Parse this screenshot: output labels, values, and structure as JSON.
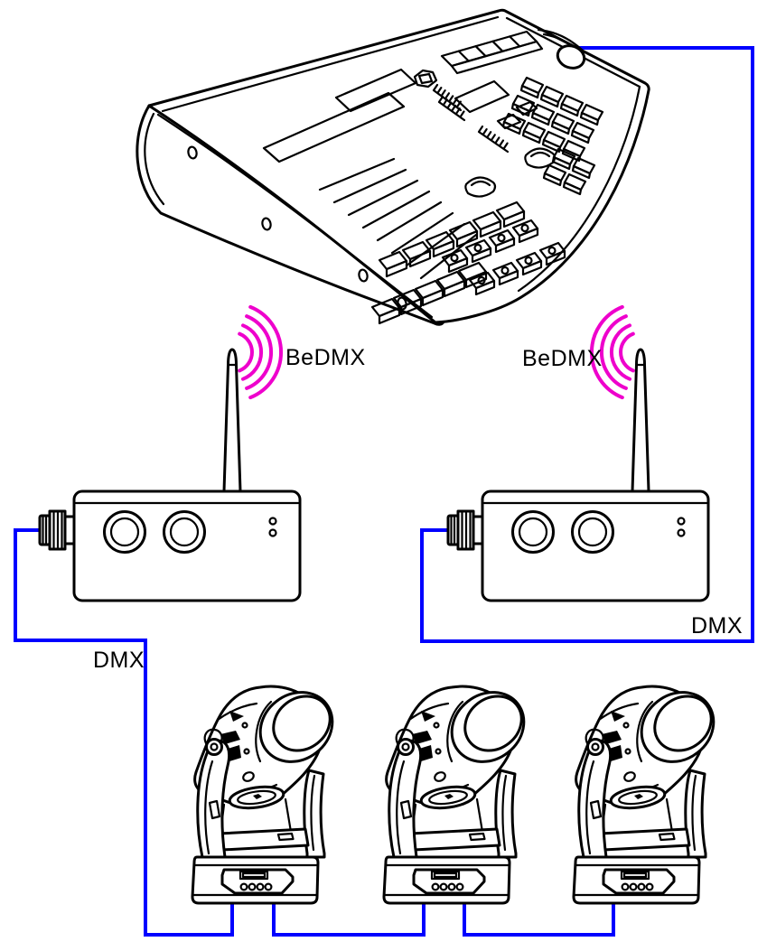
{
  "figure": {
    "colors": {
      "background": "#ffffff",
      "line": "#000000",
      "cable": "#0000ff",
      "wireless": "#ee00cc"
    },
    "labels": {
      "wireless_left": "BeDMX",
      "wireless_right": "BeDMX",
      "dmx_left": "DMX",
      "dmx_right": "DMX"
    },
    "components": {
      "console": "lighting-console",
      "transceiver_left": "wireless-dmx-transceiver",
      "transceiver_right": "wireless-dmx-transceiver",
      "fixture_1": "moving-head-fixture",
      "fixture_2": "moving-head-fixture",
      "fixture_3": "moving-head-fixture",
      "cables": "dmx-cable"
    }
  }
}
